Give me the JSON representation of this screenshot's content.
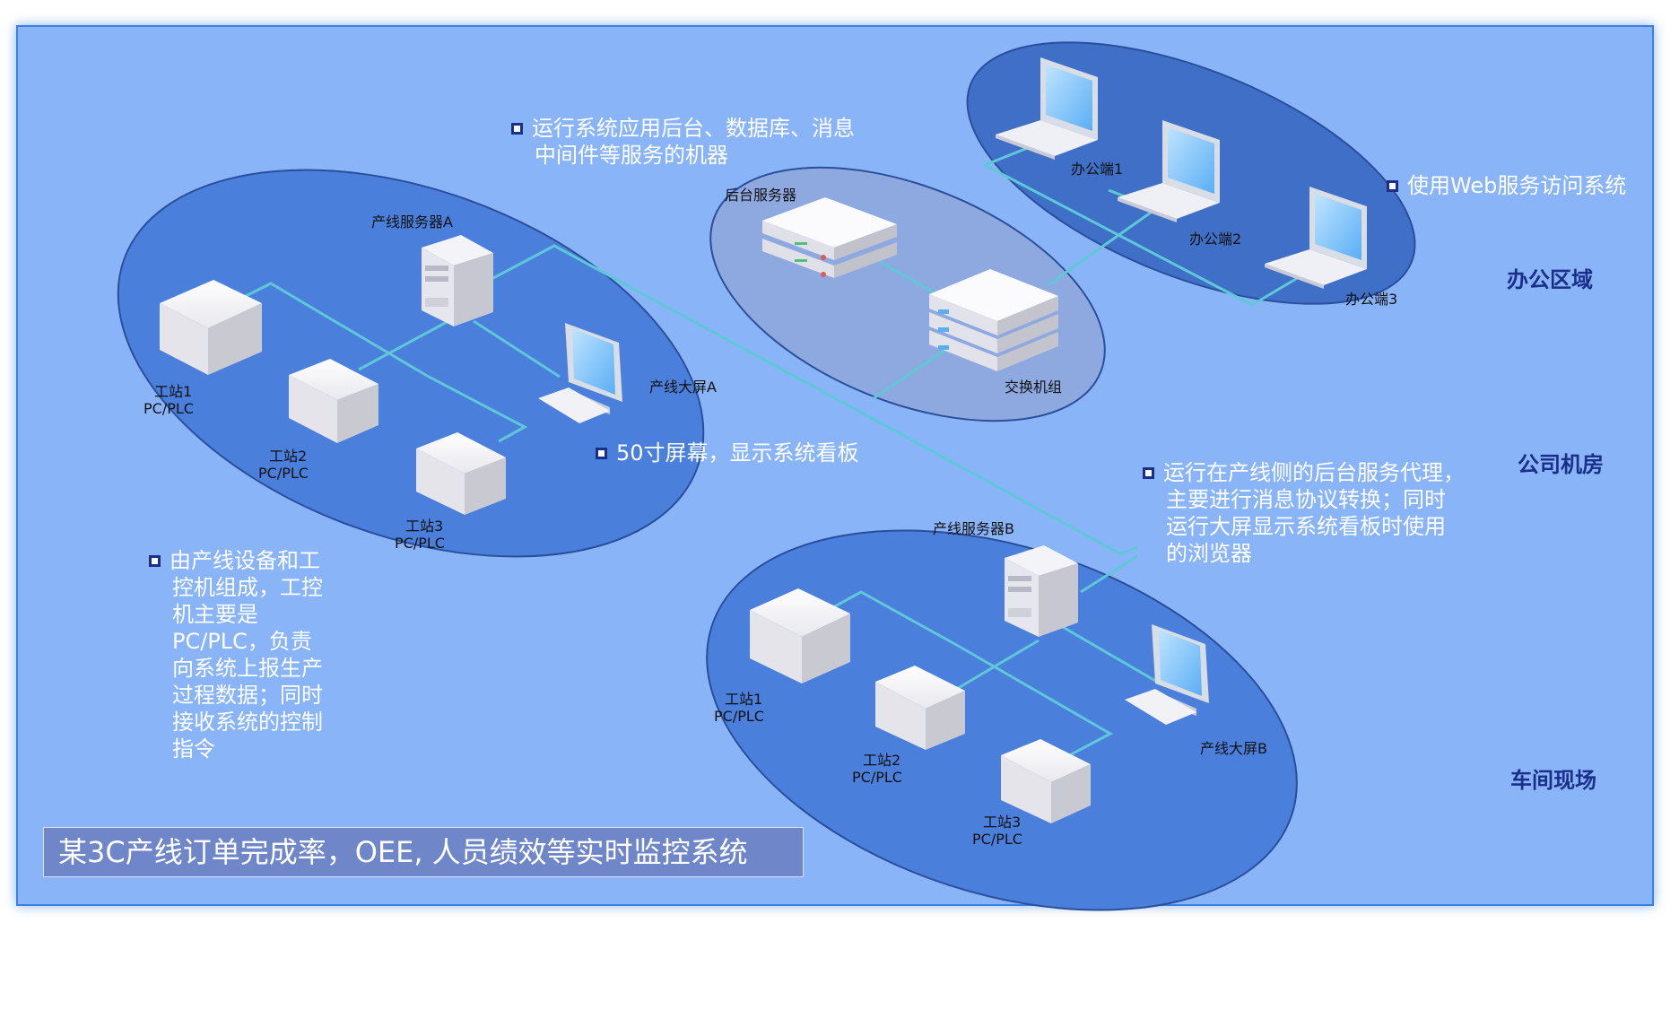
{
  "title": "某3C产线订单完成率，OEE, 人员绩效等实时监控系统",
  "zones": {
    "office": "办公区域",
    "datacenter": "公司机房",
    "workshop": "车间现场"
  },
  "nodes": {
    "backend_server": "后台服务器",
    "switch_group": "交换机组",
    "office1": "办公端1",
    "office2": "办公端2",
    "office3": "办公端3",
    "server_a": "产线服务器A",
    "screen_a": "产线大屏A",
    "server_b": "产线服务器B",
    "screen_b": "产线大屏B",
    "ws1_name": "工站1",
    "ws2_name": "工站2",
    "ws3_name": "工站3",
    "ws_type": "PC/PLC"
  },
  "notes": {
    "backend": [
      "运行系统应用后台、数据库、消息",
      "中间件等服务的机器"
    ],
    "web": [
      "使用Web服务访问系统"
    ],
    "screen": [
      "50寸屏幕，显示系统看板"
    ],
    "proxy": [
      "运行在产线侧的后台服务代理，",
      "主要进行消息协议转换；同时",
      "运行大屏显示系统看板时使用",
      "的浏览器"
    ],
    "stations": [
      "由产线设备和工",
      "控机组成，工控",
      "机主要是",
      "PC/PLC，负责",
      "向系统上报生产",
      "过程数据；同时",
      "接收系统的控制",
      "指令"
    ]
  },
  "colors": {
    "background": "#8ab4f8",
    "zone_ellipse": "#4a7fdc",
    "server_ellipse": "#8ea9e0",
    "office_ellipse": "#3f6fc6",
    "link_line": "#5ec8d8",
    "label_blue": "#1a2f8a"
  }
}
